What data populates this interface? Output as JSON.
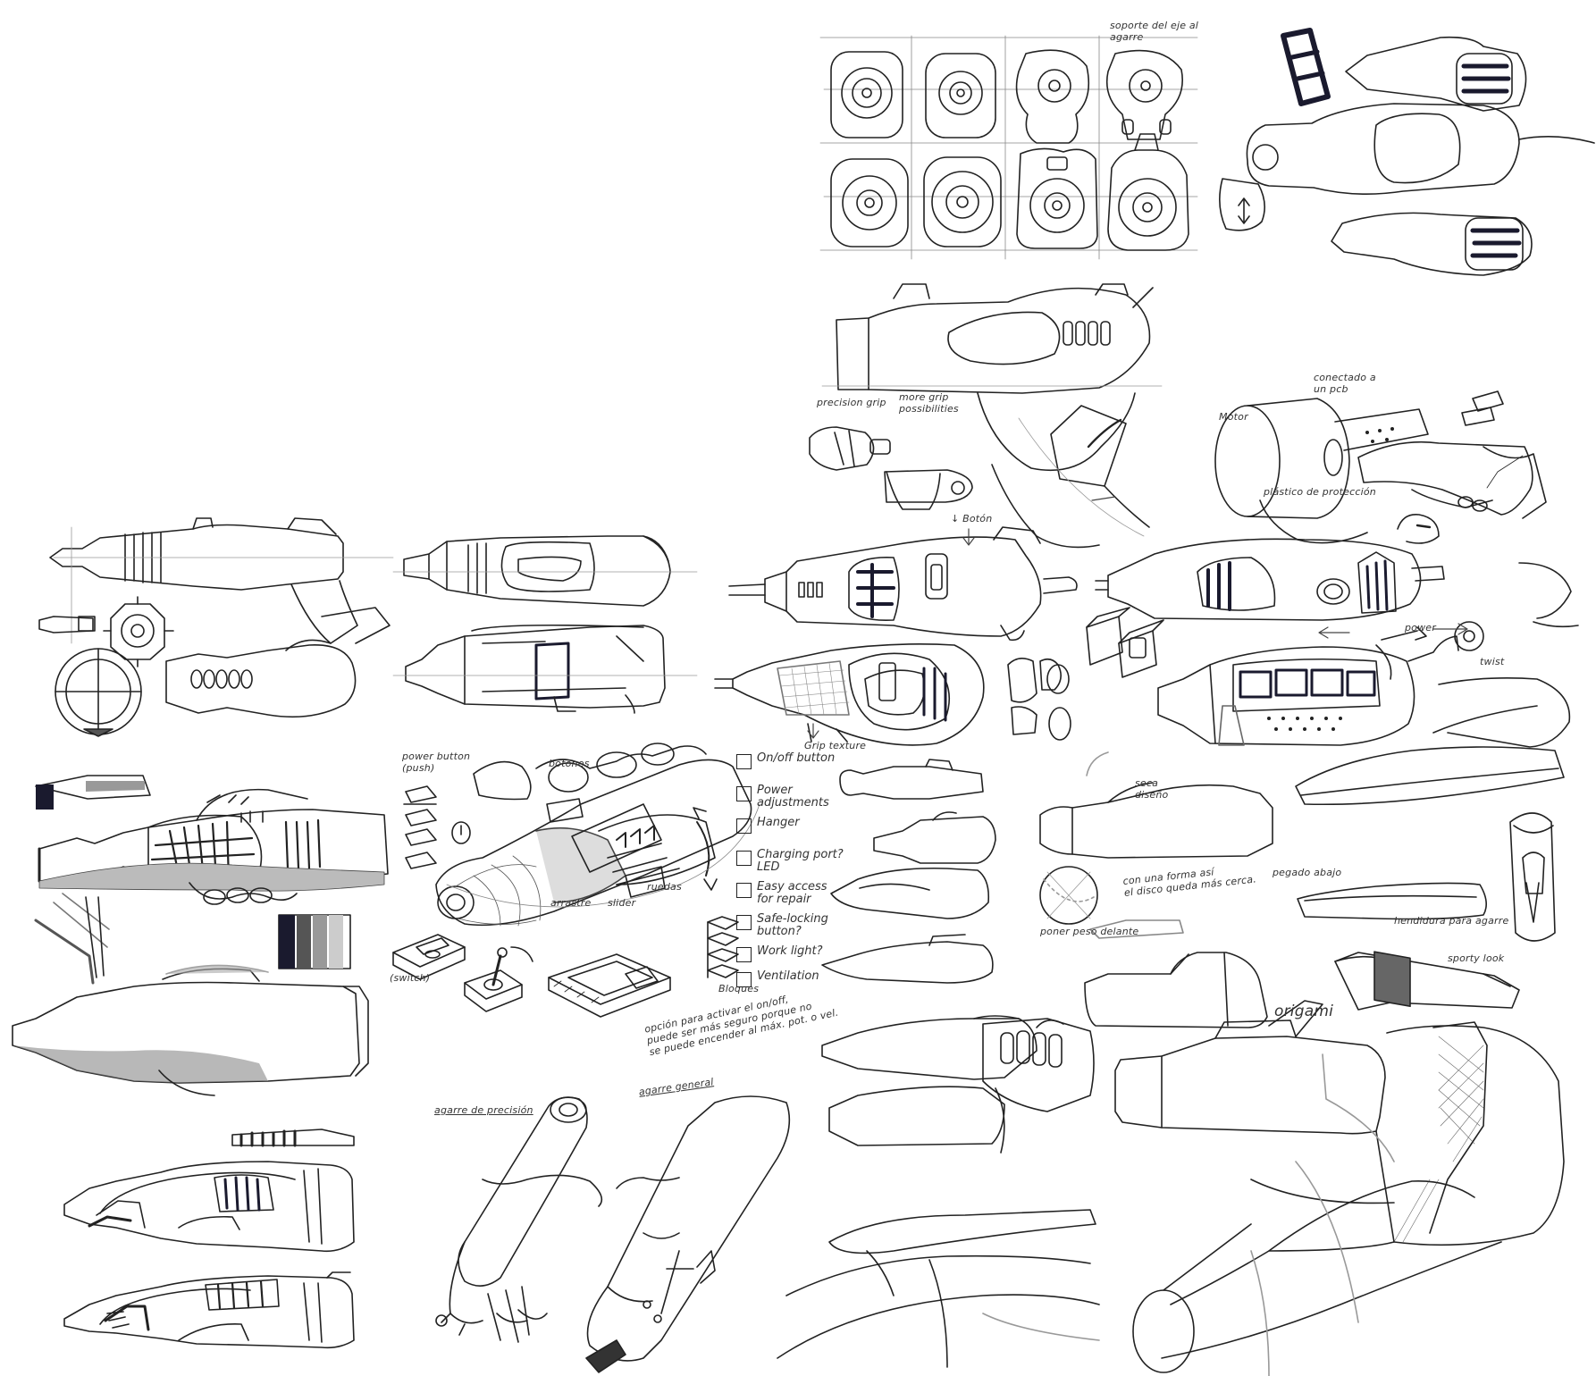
{
  "sheet": {
    "ink": "#222222",
    "paper": "#ffffff",
    "marker_gray": "#9a9a9a",
    "marker_dark": "#2a2a3a"
  },
  "annotations": {
    "soporte": "soporte del eje al\nagarre",
    "precision_grip": "precision grip",
    "more_grip": "more grip\npossibilities",
    "boton": "↓ Botón",
    "motor": "Motor",
    "conectado": "conectado a\nun pcb",
    "plastico": "plástico de protección",
    "power_arrow": "power",
    "grip_texture": "Grip  texture",
    "power_button": "power button\n(push)",
    "botones": "botones",
    "arrastre": "arrastre",
    "ruedas": "ruedas",
    "slider": "slider",
    "switch": "(switch)",
    "bloques": "Bloques",
    "opcion": "opción para activar el on/off,\npuede ser más seguro porque no\nse puede encender al máx. pot. o vel.",
    "seca_diseno": "seca\ndiseño",
    "pegado_abajo": "pegado abajo",
    "con_una_forma": "con una forma así\nel disco queda más cerca.",
    "poner_peso": "poner peso delante",
    "hendidura": "hendidura  para agarre",
    "twist": "twist",
    "sporty_look": "sporty look",
    "origami": "origami",
    "agarre_precision": "agarre de precisión",
    "agarre_general": "agarre general"
  },
  "checklist": [
    {
      "label": "On/off button"
    },
    {
      "label": "Power\nadjustments"
    },
    {
      "label": "Hanger"
    },
    {
      "label": "Charging port?\nLED"
    },
    {
      "label": "Easy access\nfor repair"
    },
    {
      "label": "Safe-locking\nbutton?"
    },
    {
      "label": "Work light?"
    },
    {
      "label": "Ventilation"
    }
  ]
}
